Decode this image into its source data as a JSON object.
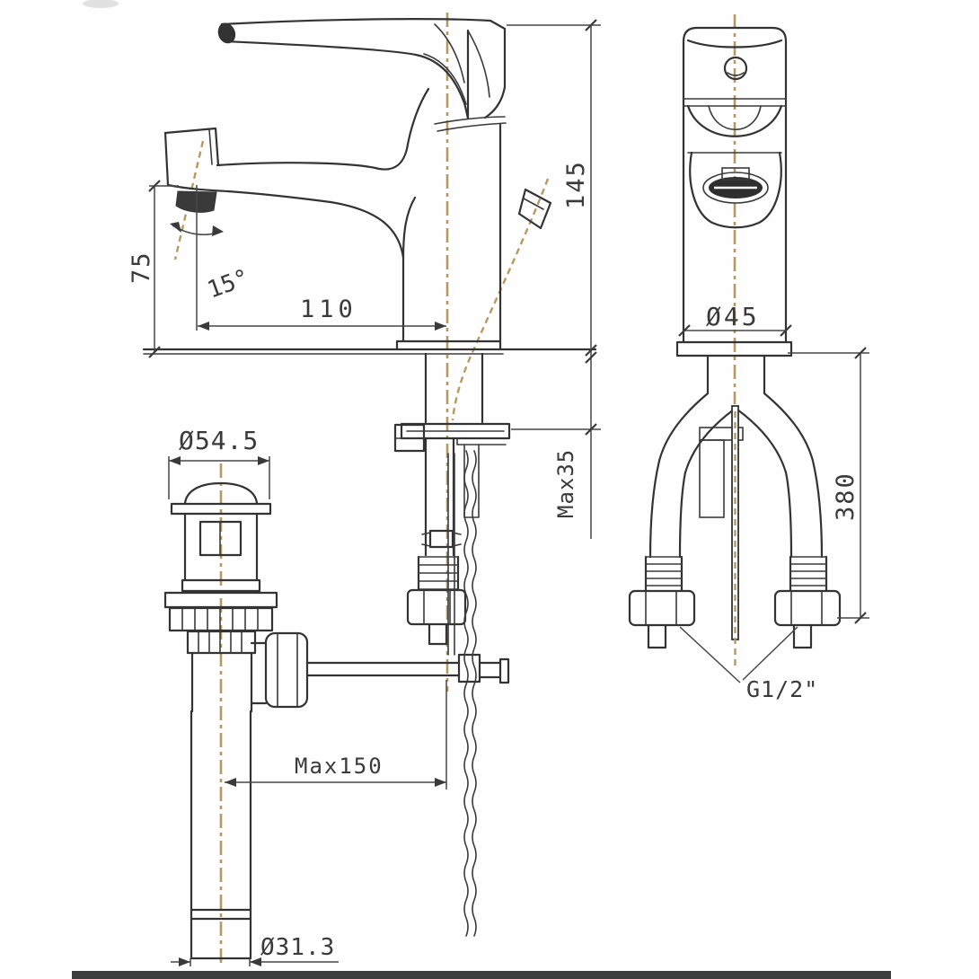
{
  "drawing": {
    "subject": "basin mixer faucet with pop-up drain - dimensioned technical drawing",
    "colors": {
      "line": "#333333",
      "dimension": "#474747",
      "centerline": "#b49a62",
      "bottom_bar": "#3d3d3d",
      "background": "#ffffff"
    },
    "labels": {
      "side": {
        "spout_height": "75",
        "spout_angle": "15°",
        "spout_reach": "110",
        "body_height": "145",
        "deck_thickness": "Max35",
        "rod_reach": "Max150"
      },
      "front": {
        "body_diameter": "Ø45",
        "hose_length": "380",
        "thread_size": "G1/2\""
      },
      "drain": {
        "flange_diameter": "Ø54.5",
        "tailpipe_diameter": "Ø31.3"
      }
    }
  }
}
